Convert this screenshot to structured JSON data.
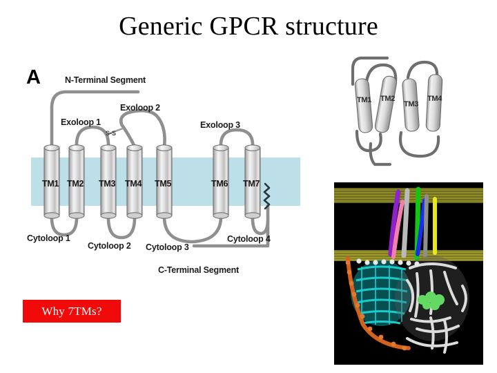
{
  "slide": {
    "title": "Generic GPCR structure",
    "background_color": "#ffffff"
  },
  "topology_diagram": {
    "panel_letter": "A",
    "membrane_color": "#bcdfe8",
    "helix_color_light": "#f2f2f2",
    "helix_color_mid": "#c9c9c9",
    "loop_color": "#8a8a8a",
    "labels": {
      "n_terminal": "N-Terminal Segment",
      "c_terminal": "C-Terminal Segment",
      "exoloop_1": "Exoloop 1",
      "exoloop_2": "Exoloop 2",
      "exoloop_3": "Exoloop 3",
      "disulfide": "S-S",
      "cytoloop_1": "Cytoloop 1",
      "cytoloop_2": "Cytoloop 2",
      "cytoloop_3": "Cytoloop 3",
      "cytoloop_4": "Cytoloop 4"
    },
    "transmembrane_helices": [
      {
        "label": "TM1"
      },
      {
        "label": "TM2"
      },
      {
        "label": "TM3"
      },
      {
        "label": "TM4"
      },
      {
        "label": "TM5"
      },
      {
        "label": "TM6"
      },
      {
        "label": "TM7"
      }
    ]
  },
  "callout": {
    "text": "Why 7TMs?",
    "background_color": "#f00a0a",
    "text_color": "#ffffff"
  },
  "helix_bundle": {
    "helices": [
      {
        "label": "TM1"
      },
      {
        "label": "TM2"
      },
      {
        "label": "TM3"
      },
      {
        "label": "TM4"
      }
    ],
    "helix_color": "#d8d8d8",
    "loop_color": "#6e6e6e"
  },
  "molecular_render": {
    "background_color": "#000000",
    "membrane_color": "#8d8a26",
    "helix_colors": [
      "#8e23c8",
      "#f27fb0",
      "#b9b9b9",
      "#14c614",
      "#1a2ee8",
      "#e8e81a",
      "#7a7a7a"
    ],
    "g_beta_color": "#18d3d3",
    "g_alpha_color": "#dcdcdc",
    "g_gamma_color": "#d2621c",
    "ligand_color": "#63d963"
  }
}
